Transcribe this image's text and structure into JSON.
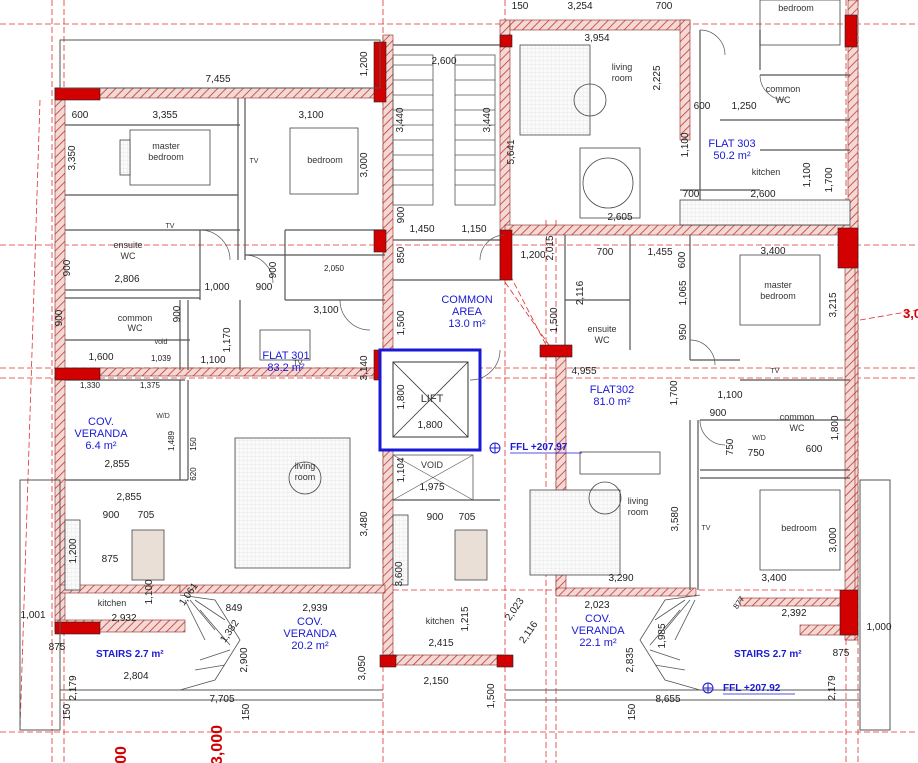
{
  "flats": {
    "f301": {
      "name": "FLAT 301",
      "area": "83.2 m²"
    },
    "f302": {
      "name": "FLAT302",
      "area": "81.0 m²"
    },
    "f303": {
      "name": "FLAT 303",
      "area": "50.2 m²"
    },
    "common": {
      "name": "COMMON",
      "name2": "AREA",
      "area": "13.0 m²"
    }
  },
  "rooms": {
    "master_a": "master",
    "master_b": "bedroom",
    "bedroom_left": "bedroom",
    "ensuite_a": "ensuite",
    "ensuite_b": "WC",
    "common_wc_a": "common",
    "common_wc_b": "WC",
    "veranda_left_a": "COV.",
    "veranda_left_b": "VERANDA",
    "veranda_left_area": "6.4 m²",
    "living_left_a": "living",
    "living_left_b": "room",
    "kitchen_left": "kitchen",
    "veranda_mid_a": "COV.",
    "veranda_mid_b": "VERANDA",
    "veranda_mid_area": "20.2 m²",
    "stairs_left": "STAIRS 2.7 m²",
    "lift": "LIFT",
    "void": "VOID",
    "kitchen_mid": "kitchen",
    "veranda_right_a": "COV.",
    "veranda_right_b": "VERANDA",
    "veranda_right_area": "22.1 m²",
    "stairs_right": "STAIRS 2.7 m²",
    "living_right_a": "living",
    "living_right_b": "room",
    "master_r_a": "master",
    "master_r_b": "bedroom",
    "ensuite_r_a": "ensuite",
    "ensuite_r_b": "WC",
    "common_wc_r_a": "common",
    "common_wc_r_b": "WC",
    "bedroom_r": "bedroom",
    "living_top_a": "living",
    "living_top_b": "room",
    "kitchen_top": "kitchen",
    "common_wc_top_a": "common",
    "common_wc_top_b": "WC",
    "bedroom_top": "bedroom",
    "tv_1": "TV",
    "tv_2": "TV",
    "tv_3": "TV",
    "tv_4": "TV",
    "tv_5": "TV",
    "wd_1": "W/D",
    "wd_2": "W/D",
    "void_2": "void"
  },
  "ffl": {
    "a": "FFL +207.97",
    "b": "FFL +207.92"
  },
  "margin_labels": {
    "bottom_a": "3,000",
    "bottom_b": "00",
    "right": "3,0"
  },
  "dims": {
    "d1": "150",
    "d2": "3,254",
    "d3": "700",
    "d4": "3,954",
    "d5": "2,600",
    "d6": "7,455",
    "d7": "1,200",
    "d8": "600",
    "d9": "3,355",
    "d10": "3,100",
    "d11": "3,440",
    "d12": "3,440",
    "d13": "3,350",
    "d14": "3,000",
    "d15": "5,641",
    "d16": "2,225",
    "d17": "600",
    "d18": "1,250",
    "d19": "1,100",
    "d20": "700",
    "d21": "2,600",
    "d22": "2,605",
    "d23": "1,100",
    "d24": "1,700",
    "d25": "900",
    "d26": "1,450",
    "d27": "1,150",
    "d28": "850",
    "d29": "1,200",
    "d30": "2,015",
    "d31": "700",
    "d32": "1,455",
    "d33": "600",
    "d34": "3,400",
    "d35": "2,806",
    "d36": "1,000",
    "d37": "900",
    "d38": "900",
    "d39": "2,050",
    "d40": "3,100",
    "d41": "1,500",
    "d42": "1,500",
    "d43": "2,116",
    "d44": "1,065",
    "d45": "3,215",
    "d46": "900",
    "d47": "1,170",
    "d48": "950",
    "d49": "1,600",
    "d50": "1,100",
    "d51": "1,039",
    "d52": "3,140",
    "d53": "4,955",
    "d54": "1,330",
    "d55": "1,375",
    "d56": "1,800",
    "d57": "1,800",
    "d58": "1,700",
    "d59": "1,100",
    "d60": "900",
    "d61": "1,489",
    "d62": "750",
    "d63": "750",
    "d64": "1,800",
    "d65": "600",
    "d66": "2,855",
    "d67": "1,104",
    "d68": "1,975",
    "d69": "2,855",
    "d70": "900",
    "d71": "705",
    "d72": "900",
    "d73": "705",
    "d74": "3,480",
    "d75": "3,580",
    "d76": "3,000",
    "d77": "1,200",
    "d78": "875",
    "d79": "3,600",
    "d80": "3,290",
    "d81": "3,400",
    "d82": "1,001",
    "d83": "1,100",
    "d84": "1,061",
    "d85": "849",
    "d86": "2,939",
    "d87": "2,023",
    "d88": "2,023",
    "d89": "2,392",
    "d90": "1,000",
    "d91": "2,932",
    "d92": "1,382",
    "d93": "1,215",
    "d94": "2,116",
    "d95": "1,985",
    "d96": "877",
    "d97": "875",
    "d98": "2,900",
    "d99": "2,415",
    "d100": "2,835",
    "d101": "875",
    "d102": "2,804",
    "d103": "3,050",
    "d104": "2,150",
    "d105": "1,500",
    "d106": "2,179",
    "d107": "2,179",
    "d108": "7,705",
    "d109": "8,655",
    "d110": "150",
    "d111": "150",
    "d112": "150",
    "d113": "900",
    "d114": "900",
    "d115": "620",
    "d116": "150"
  },
  "colors": {
    "wall": "#c8362e",
    "plan_line": "#333333",
    "flat_label": "#1a1ad6",
    "column": "#d20000",
    "guide": "#e03030"
  }
}
